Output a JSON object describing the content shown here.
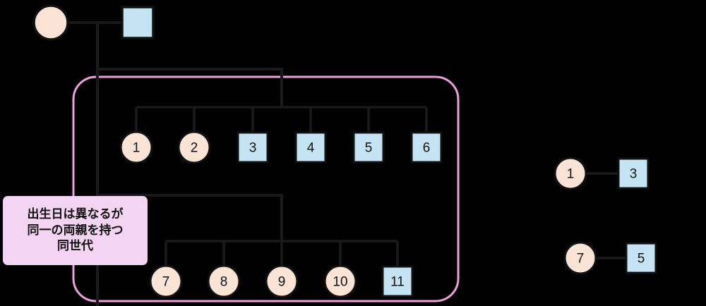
{
  "diagram": {
    "type": "pedigree-chart",
    "background_color": "#000000",
    "line_color": "#1a1a1a",
    "female_fill": "#fbe3d6",
    "male_fill": "#c5e4f3",
    "node_stroke": "#111111",
    "highlight_color": "#f09ede",
    "annotation_fill": "#f3d4f3"
  },
  "parents": {
    "mother": {
      "shape": "circle",
      "sex": "female",
      "label": ""
    },
    "father": {
      "shape": "square",
      "sex": "male",
      "label": ""
    }
  },
  "sibship_1": {
    "children": [
      {
        "label": "1",
        "shape": "circle",
        "sex": "female"
      },
      {
        "label": "2",
        "shape": "circle",
        "sex": "female"
      },
      {
        "label": "3",
        "shape": "square",
        "sex": "male"
      },
      {
        "label": "4",
        "shape": "square",
        "sex": "male"
      },
      {
        "label": "5",
        "shape": "square",
        "sex": "male"
      },
      {
        "label": "6",
        "shape": "square",
        "sex": "male"
      }
    ]
  },
  "sibship_2": {
    "children": [
      {
        "label": "7",
        "shape": "circle",
        "sex": "female"
      },
      {
        "label": "8",
        "shape": "circle",
        "sex": "female"
      },
      {
        "label": "9",
        "shape": "circle",
        "sex": "female"
      },
      {
        "label": "10",
        "shape": "circle",
        "sex": "female"
      },
      {
        "label": "11",
        "shape": "square",
        "sex": "male"
      }
    ]
  },
  "annotation": {
    "line1": "出生日は異なるが",
    "line2": "同一の両親を持つ",
    "line3": "同世代"
  },
  "legend_pairs": [
    {
      "left": {
        "label": "1",
        "shape": "circle",
        "sex": "female"
      },
      "right": {
        "label": "3",
        "shape": "square",
        "sex": "male"
      }
    },
    {
      "left": {
        "label": "7",
        "shape": "circle",
        "sex": "female"
      },
      "right": {
        "label": "5",
        "shape": "square",
        "sex": "male"
      }
    }
  ]
}
